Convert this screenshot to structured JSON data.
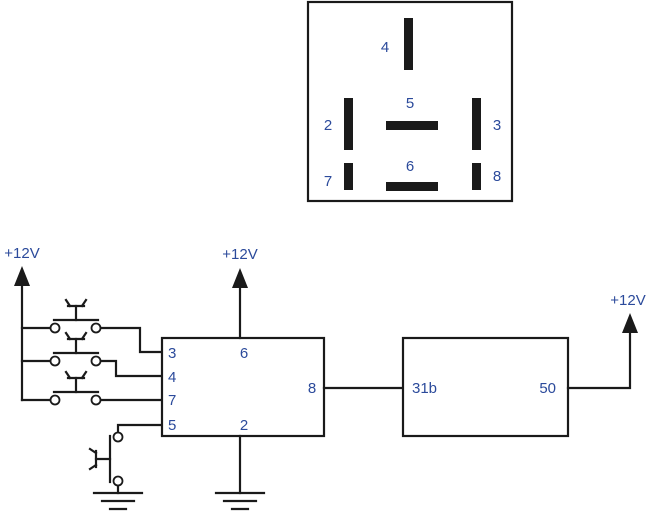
{
  "connector": {
    "pins": [
      "4",
      "5",
      "2",
      "3",
      "6",
      "7",
      "8"
    ]
  },
  "supply_label": "+12V",
  "module_a": {
    "pins": [
      "3",
      "4",
      "7",
      "5",
      "6",
      "2",
      "8"
    ]
  },
  "module_b": {
    "left_pin": "31b",
    "right_pin": "50"
  },
  "colors": {
    "label": "#2b4a9b",
    "line": "#1a1a1a"
  }
}
